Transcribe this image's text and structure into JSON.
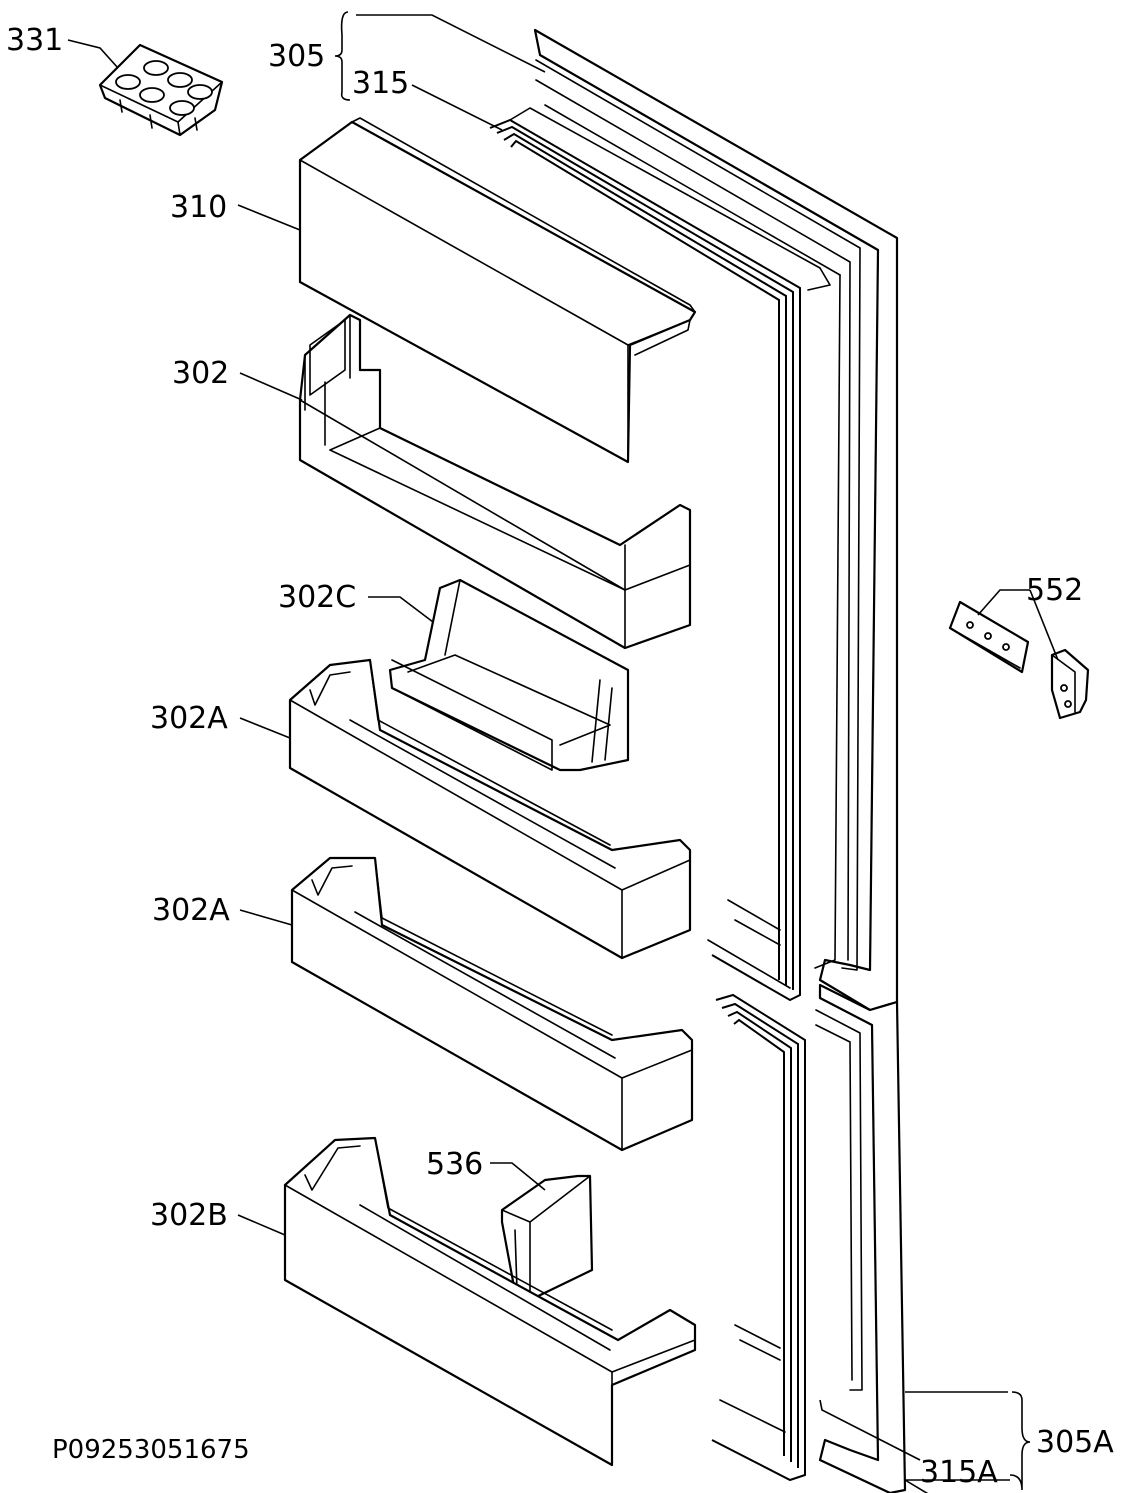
{
  "labels": {
    "l331": "331",
    "l305": "305",
    "l315": "315",
    "l310": "310",
    "l302": "302",
    "l302c": "302C",
    "l302a_1": "302A",
    "l302a_2": "302A",
    "l536": "536",
    "l302b": "302B",
    "l552": "552",
    "l305a": "305A",
    "l315a": "315A"
  },
  "drawing_number": "P09253051675"
}
